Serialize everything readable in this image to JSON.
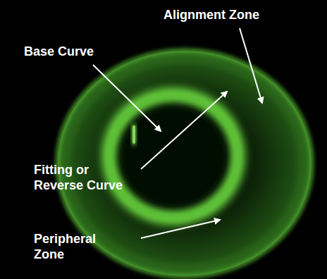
{
  "diagram": {
    "labels": [
      "Alignment Zone",
      "Base Curve",
      "Fitting or Reverse Curve",
      "Peripheral Zone"
    ]
  }
}
